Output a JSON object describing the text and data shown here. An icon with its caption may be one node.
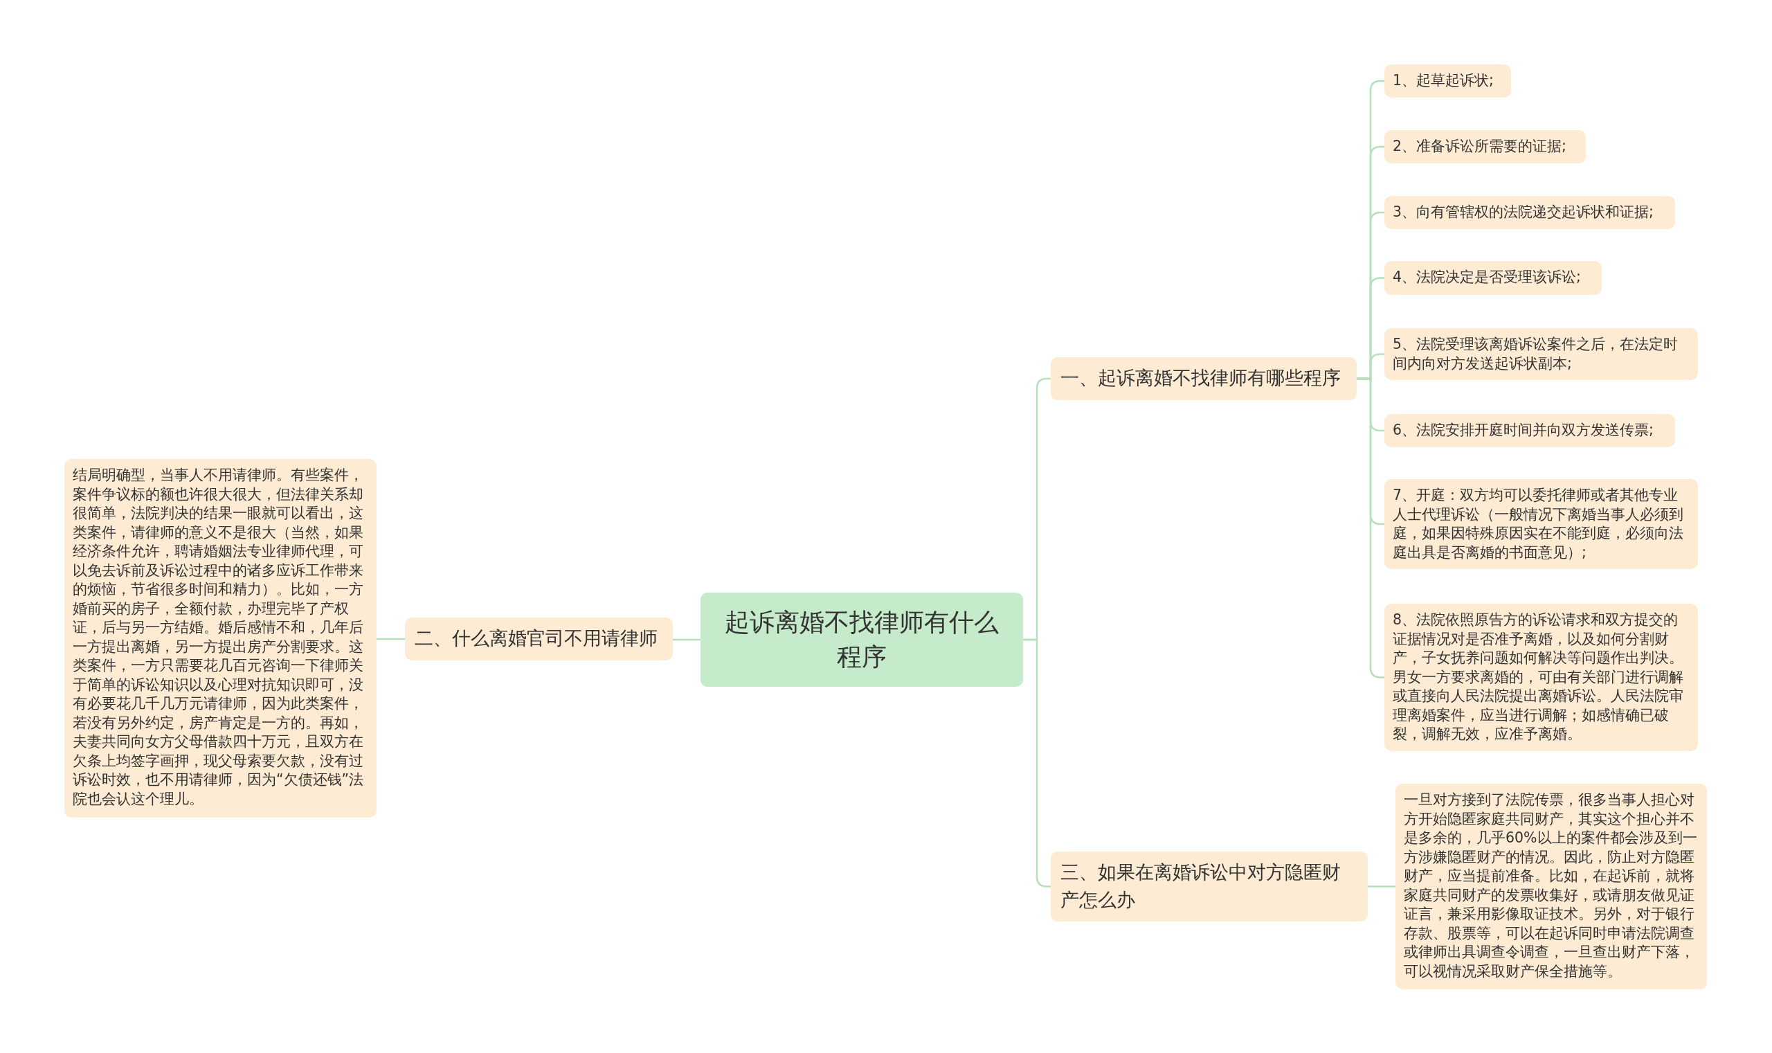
{
  "diagram": {
    "nodes": [
      {
        "text": [
          "起诉离婚不找律师有什么程序"
        ]
      },
      {
        "text": [
          "一、起诉离婚不找律师有哪些程序"
        ]
      },
      {
        "text": [
          "1、起草起诉状;"
        ]
      },
      {
        "text": [
          "2、准备诉讼所需要的证据;"
        ]
      },
      {
        "text": [
          "3、向有管辖权的法院递交起诉状和证据;"
        ]
      },
      {
        "text": [
          "4、法院决定是否受理该诉讼;"
        ]
      },
      {
        "text": [
          "5、法院受理该离婚诉讼案件之后，在法定时间内向对方发送起诉状副本;"
        ]
      },
      {
        "text": [
          "6、法院安排开庭时间并向双方发送传票;"
        ]
      },
      {
        "text": [
          "7、开庭：双方均可以委托律师或者其他专业人士代理诉讼（一般情况下离婚当事人必须到庭，如果因特殊原因实在不能到庭，必须向法庭出具是否离婚的书面意见）;"
        ]
      },
      {
        "text": [
          "8、法院依照原告方的诉讼请求和双方提交的证据情况对是否准予离婚，以及如何分割财产，子女抚养问题如何解决等问题作出判决。男女一方要求离婚的，可由有关部门进行调解或直接向人民法院提出离婚诉讼。人民法院审理离婚案件，应当进行调解；如感情确已破裂，调解无效，应准予离婚。"
        ]
      },
      {
        "text": [
          "三、如果在离婚诉讼中对方隐匿财产怎么办"
        ]
      },
      {
        "text": [
          "一旦对方接到了法院传票，很多当事人担心对方开始隐匿家庭共同财产，其实这个担心并不是多余的，几乎60%以上的案件都会涉及到一方涉嫌隐匿财产的情况。因此，防止对方隐匿财产，应当提前准备。比如，在起诉前，就将家庭共同财产的发票收集好，或请朋友做见证证言，兼采用影像取证技术。另外，对于银行存款、股票等，可以在起诉同时申请法院调查或律师出具调查令调查，一旦查出财产下落，可以视情况采取财产保全措施等。"
        ]
      },
      {
        "text": [
          "二、什么离婚官司不用请律师"
        ]
      },
      {
        "text": [
          "结局明确型，当事人不用请律师。有些案件，案件争议标的额也许很大很大，但法律关系却很简单，法院判决的结果一眼就可以看出，这类案件，请律师的意义不是很大（当然，如果经济条件允许，聘请婚姻法专业律师代理，可以免去诉前及诉讼过程中的诸多应诉工作带来的烦恼，节省很多时间和精力）。比如，一方婚前买的房子，全额付款，办理完毕了产权证，后与另一方结婚。婚后感情不和，几年后一方提出离婚，另一方提出房产分割要求。这类案件，一方只需要花几百元咨询一下律师关于简单的诉讼知识以及心理对抗知识即可，没有必要花几千几万元请律师，因为此类案件，若没有另外约定，房产肯定是一方的。再如，夫妻共同向女方父母借款四十万元，且双方在欠条上均签字画押，现父母索要欠款，没有过诉讼时效，也不用请律师，因为“欠债还钱”法院也会认这个理儿。"
        ]
      }
    ],
    "edges": [
      {
        "from": 0,
        "to": 1,
        "arrow": "none"
      },
      {
        "from": 1,
        "to": 2,
        "arrow": "none"
      },
      {
        "from": 1,
        "to": 3,
        "arrow": "none"
      },
      {
        "from": 1,
        "to": 4,
        "arrow": "none"
      },
      {
        "from": 1,
        "to": 5,
        "arrow": "none"
      },
      {
        "from": 1,
        "to": 6,
        "arrow": "none"
      },
      {
        "from": 1,
        "to": 7,
        "arrow": "none"
      },
      {
        "from": 1,
        "to": 8,
        "arrow": "none"
      },
      {
        "from": 1,
        "to": 9,
        "arrow": "none"
      },
      {
        "from": 0,
        "to": 10,
        "arrow": "none"
      },
      {
        "from": 10,
        "to": 11,
        "arrow": "none"
      },
      {
        "from": 0,
        "to": 12,
        "arrow": "none"
      },
      {
        "from": 12,
        "to": 13,
        "arrow": "none"
      }
    ]
  }
}
